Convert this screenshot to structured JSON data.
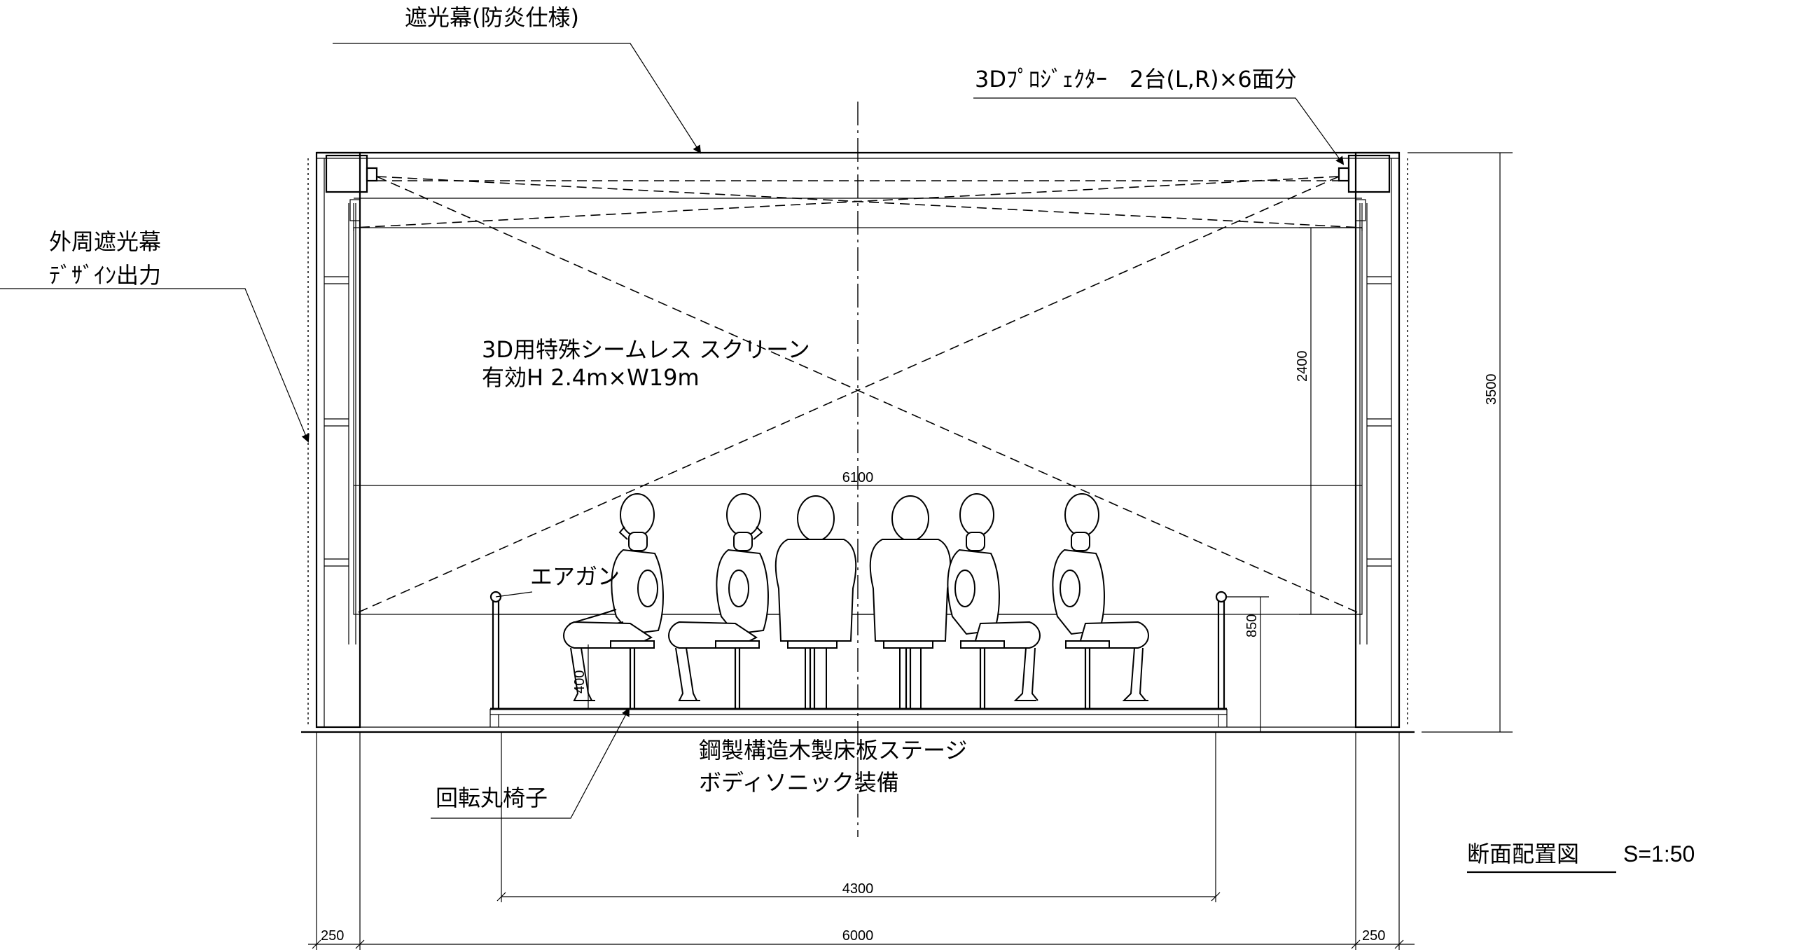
{
  "labels": {
    "blackout_curtain": "遮光幕(防炎仕様)",
    "projector": "3Dﾌﾟﾛｼﾞｪｸﾀｰ　2台(L,R)×6面分",
    "outer_curtain_line1": "外周遮光幕",
    "outer_curtain_line2": "ﾃﾞｻﾞｲﾝ出力",
    "screen_line1": "3D用特殊シームレス スクリーン",
    "screen_line2": "有効H 2.4m×W19m",
    "air_gun": "エアガン",
    "stage_line1": "鋼製構造木製床板ステージ",
    "stage_line2": "ボディソニック装備",
    "chair": "回転丸椅子",
    "drawing_title": "断面配置図",
    "scale": "S=1:50"
  },
  "dimensions": {
    "screen_width": "6100",
    "screen_height": "2400",
    "total_height": "3500",
    "rail_height": "850",
    "seat_height": "400",
    "stage_width": "4300",
    "room_width": "6000",
    "left_wall": "250",
    "right_wall": "250"
  }
}
